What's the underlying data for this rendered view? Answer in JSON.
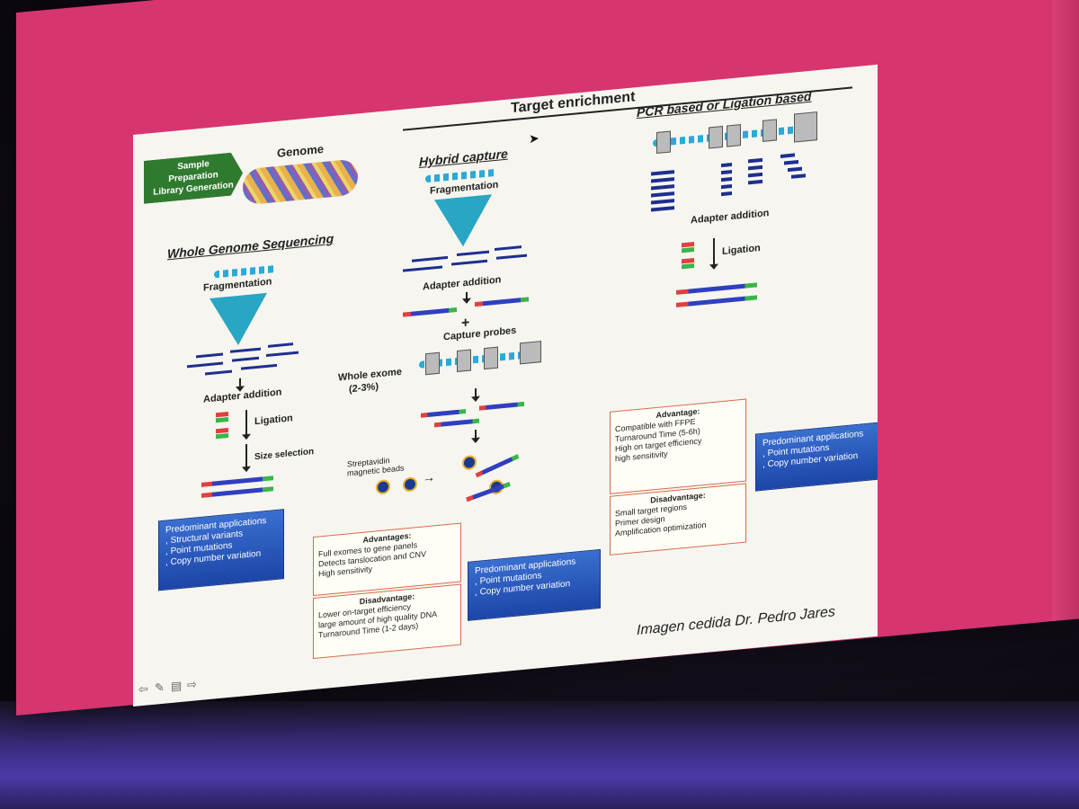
{
  "slide": {
    "title": "Target enrichment",
    "sample_prep": [
      "Sample",
      "Preparation",
      "Library Generation"
    ],
    "genome_label": "Genome",
    "credit": "Imagen cedida Dr. Pedro Jares"
  },
  "wgs": {
    "heading": "Whole Genome Sequencing",
    "fragmentation": "Fragmentation",
    "adapter_addition": "Adapter addition",
    "ligation": "Ligation",
    "size_selection": "Size selection",
    "apps_title": "Predominant applications",
    "apps": [
      "Structural variants",
      "Point mutations",
      "Copy number variation"
    ]
  },
  "hybrid": {
    "heading": "Hybrid capture",
    "fragmentation": "Fragmentation",
    "adapter_addition": "Adapter addition",
    "capture_probes": "Capture probes",
    "whole_exome": "Whole exome",
    "whole_exome_pct": "(2-3%)",
    "streptavidin": "Streptavidin magnetic beads",
    "advantages_title": "Advantages:",
    "advantages": [
      "Full exomes to gene panels",
      "Detects tanslocation and CNV",
      "High sensitivity"
    ],
    "disadvantage_title": "Disadvantage:",
    "disadvantages": [
      "Lower on-target efficiency",
      "large amount of high quality DNA",
      "Turnaround Time (1-2 days)"
    ],
    "apps_title": "Predominant applications",
    "apps": [
      "Point mutations",
      "Copy number variation"
    ]
  },
  "pcr": {
    "heading": "PCR based or Ligation based",
    "adapter_addition": "Adapter addition",
    "ligation": "Ligation",
    "advantage_title": "Advantage:",
    "advantages": [
      "Compatible with FFPE",
      "Turnaround Time (5-6h)",
      "High on target efficiency",
      "high sensitivity"
    ],
    "disadvantage_title": "Disadvantage:",
    "disadvantages": [
      "Small target regions",
      "Primer design",
      "Amplification optimization"
    ],
    "apps_title": "Predominant applications",
    "apps": [
      "Point mutations",
      "Copy number variation"
    ]
  },
  "colors": {
    "frame": "#d6356f",
    "green_box": "#2f7a2f",
    "blue_box": "#1c46a8",
    "fragment": "#1d2f8f",
    "triangle": "#29a6c4"
  },
  "icons": [
    "arrow-left-icon",
    "pen-icon",
    "menu-icon",
    "arrow-right-icon"
  ]
}
